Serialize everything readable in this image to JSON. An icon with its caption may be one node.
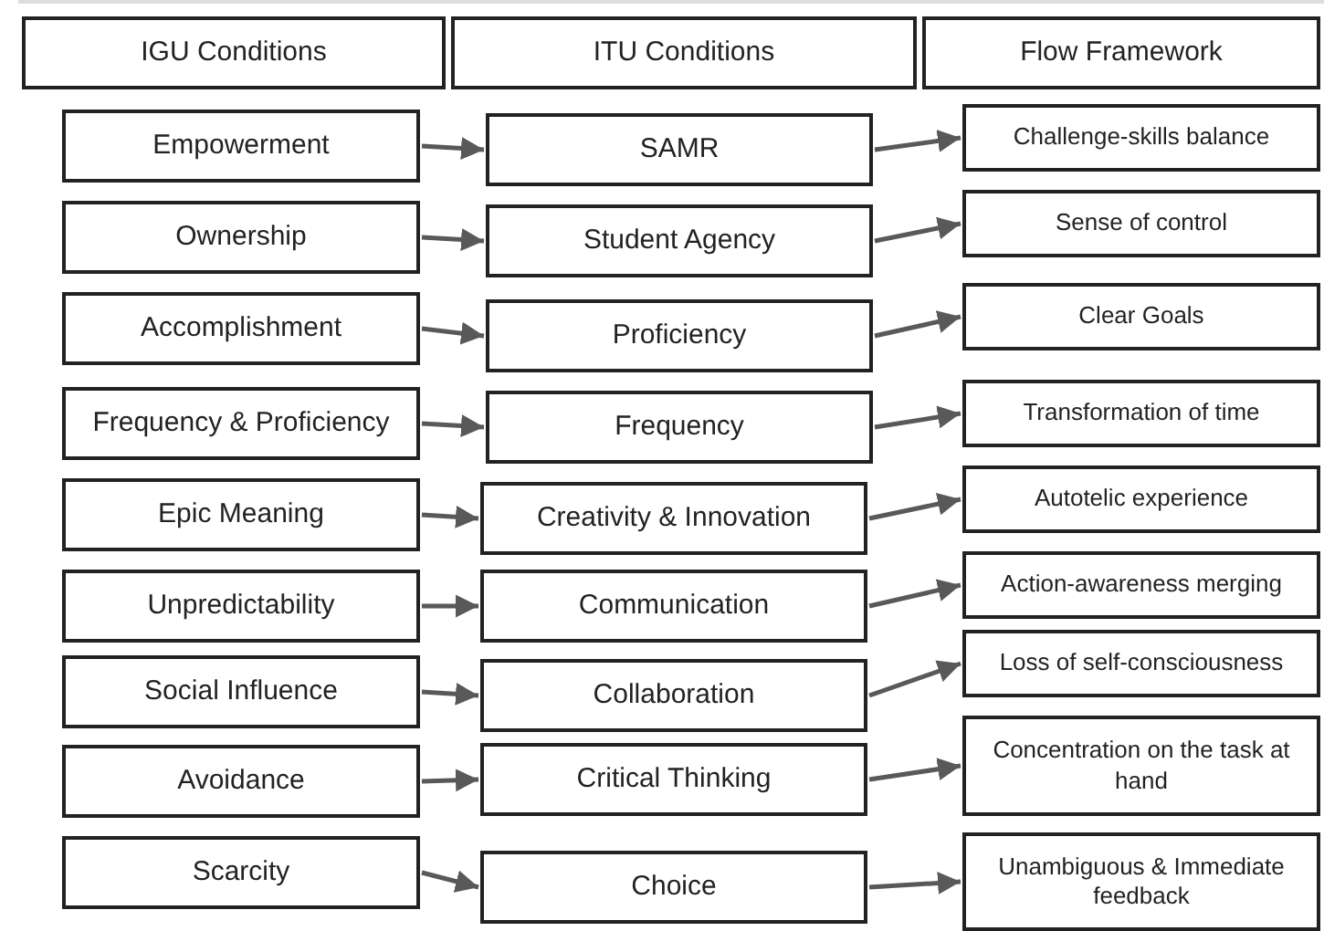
{
  "diagram": {
    "nodes": [
      {
        "text": [
          "IGU Conditions"
        ]
      },
      {
        "text": [
          "ITU Conditions"
        ]
      },
      {
        "text": [
          "Flow Framework"
        ]
      },
      {
        "text": [
          "Empowerment"
        ]
      },
      {
        "text": [
          "Ownership"
        ]
      },
      {
        "text": [
          "Accomplishment"
        ]
      },
      {
        "text": [
          "Frequency & Proficiency"
        ]
      },
      {
        "text": [
          "Epic Meaning"
        ]
      },
      {
        "text": [
          "Unpredictability"
        ]
      },
      {
        "text": [
          "Social Influence"
        ]
      },
      {
        "text": [
          "Avoidance"
        ]
      },
      {
        "text": [
          "Scarcity"
        ]
      },
      {
        "text": [
          "SAMR"
        ]
      },
      {
        "text": [
          "Student Agency"
        ]
      },
      {
        "text": [
          "Proficiency"
        ]
      },
      {
        "text": [
          "Frequency"
        ]
      },
      {
        "text": [
          "Creativity & Innovation"
        ]
      },
      {
        "text": [
          "Communication"
        ]
      },
      {
        "text": [
          "Collaboration"
        ]
      },
      {
        "text": [
          "Critical Thinking"
        ]
      },
      {
        "text": [
          "Choice"
        ]
      },
      {
        "text": [
          "Challenge-skills balance"
        ]
      },
      {
        "text": [
          "Sense of control"
        ]
      },
      {
        "text": [
          "Clear Goals"
        ]
      },
      {
        "text": [
          "Transformation of time"
        ]
      },
      {
        "text": [
          "Autotelic experience"
        ]
      },
      {
        "text": [
          "Action-awareness merging"
        ]
      },
      {
        "text": [
          "Loss of self-consciousness"
        ]
      },
      {
        "text": [
          "Concentration on the task at hand"
        ]
      },
      {
        "text": [
          "Unambiguous & Immediate feedback"
        ]
      }
    ],
    "edges": [
      {
        "from": 3,
        "to": 12,
        "arrow": "to"
      },
      {
        "from": 4,
        "to": 13,
        "arrow": "to"
      },
      {
        "from": 5,
        "to": 14,
        "arrow": "to"
      },
      {
        "from": 6,
        "to": 15,
        "arrow": "to"
      },
      {
        "from": 7,
        "to": 16,
        "arrow": "to"
      },
      {
        "from": 8,
        "to": 17,
        "arrow": "to"
      },
      {
        "from": 9,
        "to": 18,
        "arrow": "to"
      },
      {
        "from": 10,
        "to": 19,
        "arrow": "to"
      },
      {
        "from": 11,
        "to": 20,
        "arrow": "to"
      },
      {
        "from": 12,
        "to": 21,
        "arrow": "to"
      },
      {
        "from": 13,
        "to": 22,
        "arrow": "to"
      },
      {
        "from": 14,
        "to": 23,
        "arrow": "to"
      },
      {
        "from": 15,
        "to": 24,
        "arrow": "to"
      },
      {
        "from": 16,
        "to": 25,
        "arrow": "to"
      },
      {
        "from": 17,
        "to": 26,
        "arrow": "to"
      },
      {
        "from": 18,
        "to": 27,
        "arrow": "to"
      },
      {
        "from": 19,
        "to": 28,
        "arrow": "to"
      },
      {
        "from": 20,
        "to": 29,
        "arrow": "to"
      }
    ]
  }
}
